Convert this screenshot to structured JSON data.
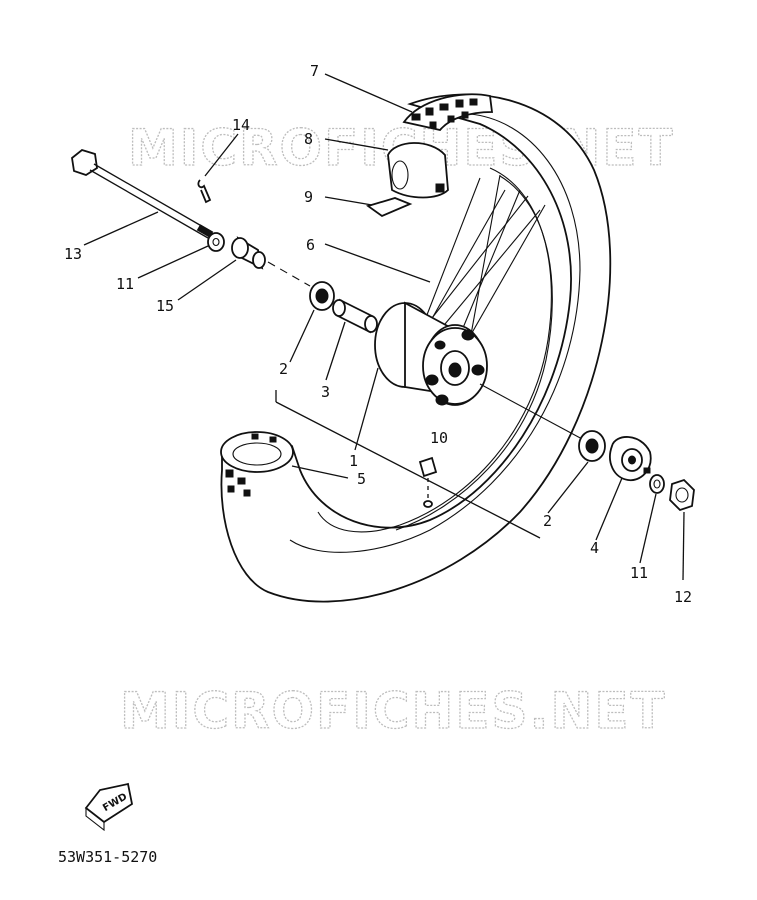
{
  "watermark": {
    "text": "MICROFICHES.NET"
  },
  "diagram_code": "53W351-5270",
  "fwd_badge": "FWD",
  "callouts": {
    "c1": "1",
    "c2a": "2",
    "c2b": "2",
    "c3": "3",
    "c4": "4",
    "c5": "5",
    "c6": "6",
    "c7": "7",
    "c8": "8",
    "c9": "9",
    "c10": "10",
    "c11a": "11",
    "c11b": "11",
    "c12": "12",
    "c13": "13",
    "c14": "14",
    "c15": "15"
  },
  "colors": {
    "ink": "#111111",
    "paper": "#ffffff",
    "watermark": "#bdbdbd"
  }
}
